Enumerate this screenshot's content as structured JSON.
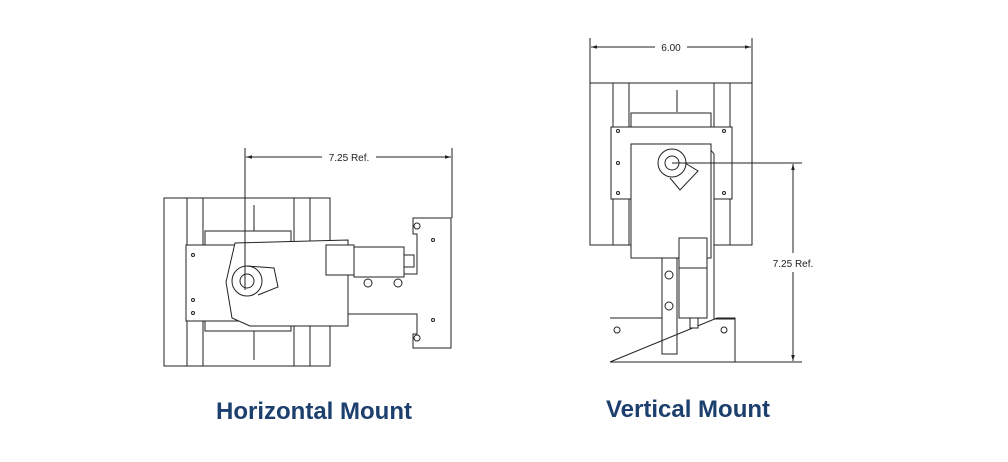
{
  "horizontal": {
    "title": "Horizontal Mount",
    "dimension_label": "7.25 Ref."
  },
  "vertical": {
    "title": "Vertical Mount",
    "width_label": "6.00",
    "dimension_label": "7.25 Ref."
  },
  "colors": {
    "title": "#1c3f6e",
    "line": "#222222"
  }
}
